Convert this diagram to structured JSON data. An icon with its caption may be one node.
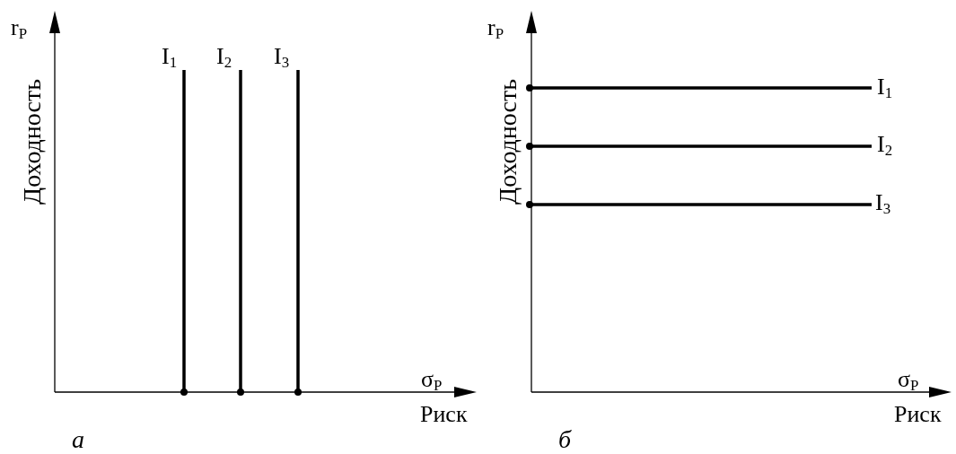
{
  "diagram": {
    "labels": [
      "r$_{P}$",
      "I$_{1}$",
      "I$_{2}$",
      "I$_{3}$",
      "Доходность",
      "σ$_{P}$",
      "Риск",
      "а",
      "r$_{P}$",
      "I$_{1}$",
      "I$_{2}$",
      "I$_{3}$",
      "Доходность",
      "σ$_{P}$",
      "Риск",
      "б"
    ]
  }
}
